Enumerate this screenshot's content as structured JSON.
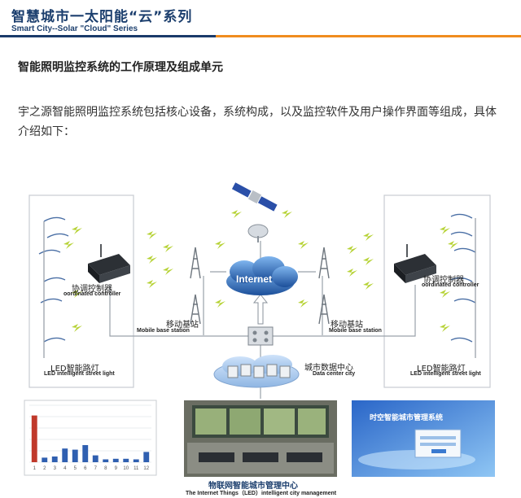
{
  "header": {
    "title": "智慧城市一太阳能“云”系列",
    "subtitle": "Smart City--Solar \"Cloud\" Series"
  },
  "section_title": "智能照明监控系统的工作原理及组成单元",
  "intro": "宇之源智能照明监控系统包括核心设备，系统构成，以及监控软件及用户操作界面等组成，具体介绍如下：",
  "diagram": {
    "internet": "Internet",
    "controller_left_cn": "协调控制器",
    "controller_left_en": "oordinated controller",
    "controller_right_cn": "协调控制器",
    "controller_right_en": "oordinated controller",
    "base_left_cn": "移动基站",
    "base_left_en": "Mobile base station",
    "base_right_cn": "移动基站",
    "base_right_en": "Mobile base station",
    "datacenter_cn": "城市数据中心",
    "datacenter_en": "Data center city",
    "led_left_cn": "LED智能路灯",
    "led_left_en": "LED intelligent street light",
    "led_right_cn": "LED智能路灯",
    "led_right_en": "LED intelligent street light",
    "mgmt_cn": "物联网智能城市管理中心",
    "mgmt_en": "The Internet Things（LED）intelligent city management"
  },
  "bar_chart": {
    "x": [
      "1",
      "2",
      "3",
      "4",
      "5",
      "6",
      "7",
      "8",
      "9",
      "10",
      "11",
      "12"
    ],
    "values": [
      82,
      8,
      10,
      24,
      22,
      30,
      12,
      5,
      6,
      6,
      5,
      18
    ],
    "colors": [
      "#c0392b",
      "#2f5fb0",
      "#2f5fb0",
      "#2f5fb0",
      "#2f5fb0",
      "#2f5fb0",
      "#2f5fb0",
      "#2f5fb0",
      "#2f5fb0",
      "#2f5fb0",
      "#2f5fb0",
      "#2f5fb0"
    ],
    "ylim": [
      0,
      100
    ]
  },
  "software_title": "时空智能城市管理系统",
  "colors": {
    "navy": "#1c3f6e",
    "orange": "#f08c1e",
    "panel_border": "#c8ccd2",
    "link_line": "#9aa2ab"
  }
}
